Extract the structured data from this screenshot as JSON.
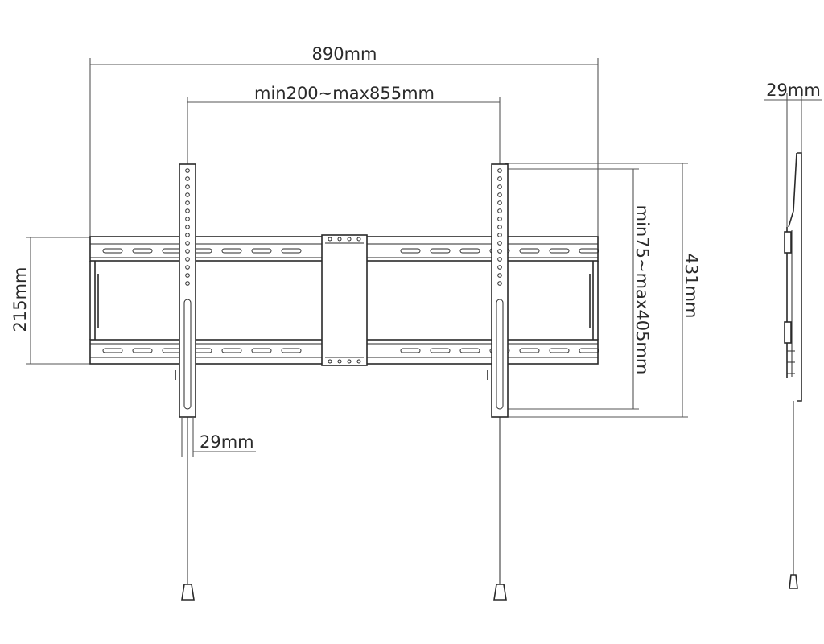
{
  "diagram": {
    "colors": {
      "line": "#2a2a2a",
      "dimension": "#555555",
      "background": "#ffffff"
    },
    "dimensions": {
      "overall_width": "890mm",
      "arm_spacing": "min200~max855mm",
      "rail_height": "215mm",
      "arm_length": "431mm",
      "arm_adjust": "min75~max405mm",
      "arm_width": "29mm",
      "profile_depth": "29mm"
    }
  }
}
